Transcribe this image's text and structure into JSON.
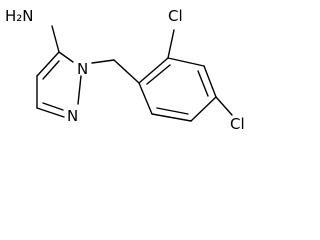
{
  "molecule": {
    "atoms": {
      "amine": "H₂N",
      "ring_n1": "N",
      "ring_n2": "N",
      "cl_top": "Cl",
      "cl_bottom": "Cl"
    }
  }
}
